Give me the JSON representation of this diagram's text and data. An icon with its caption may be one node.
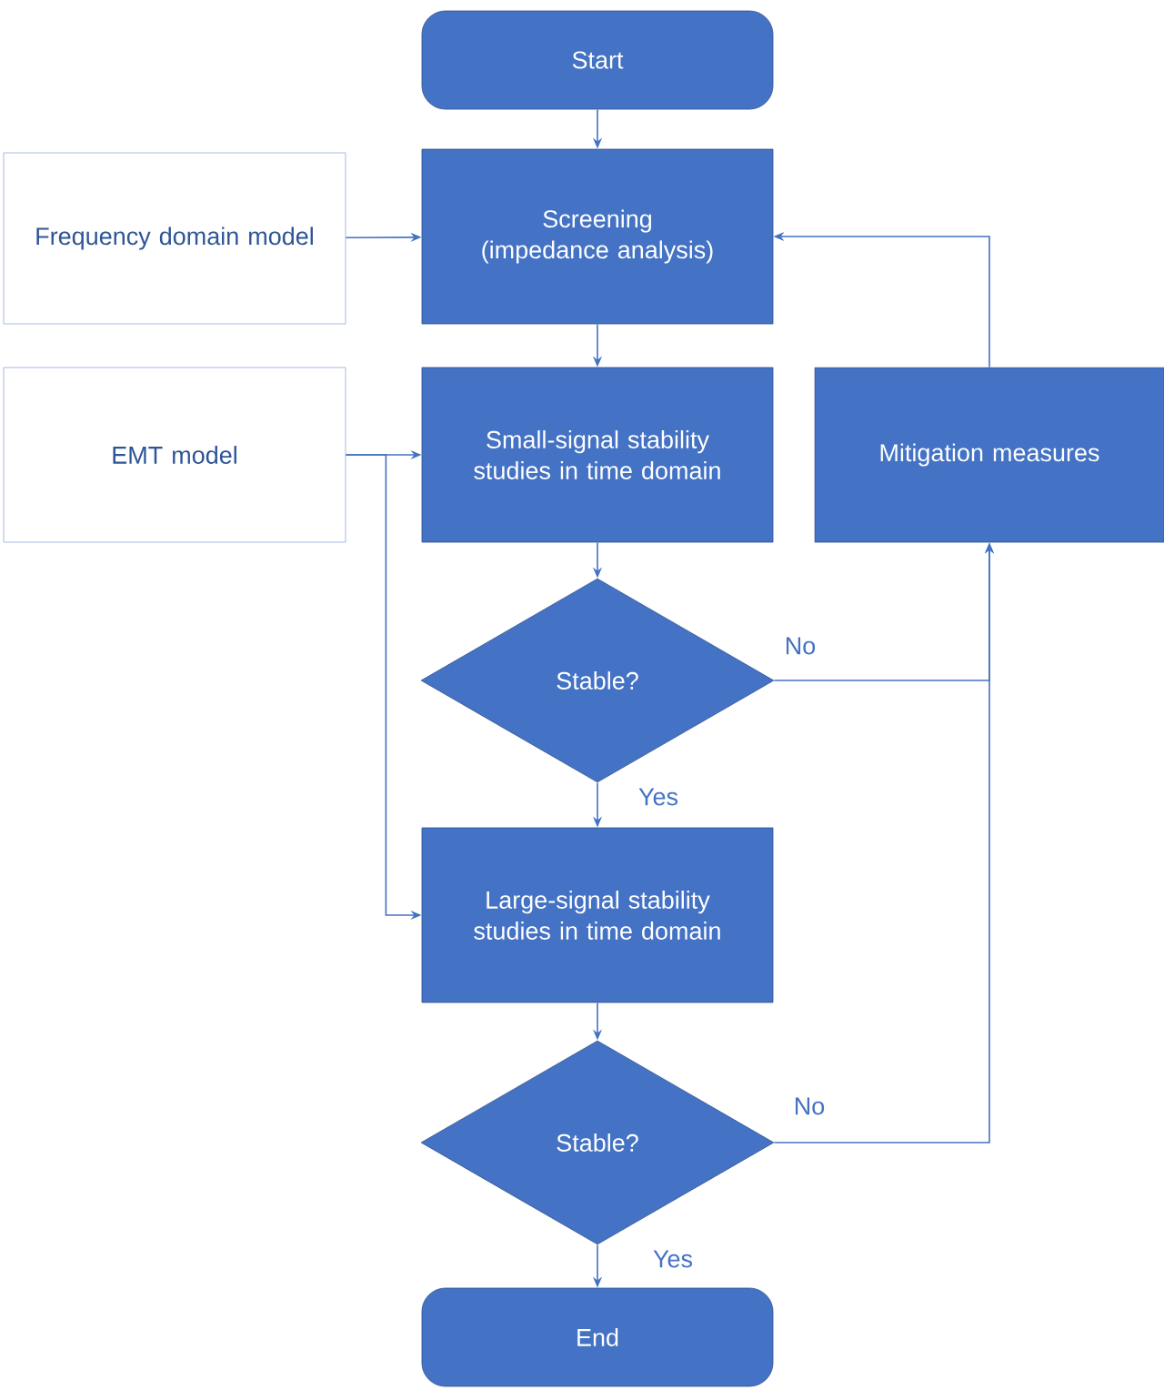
{
  "diagram": {
    "nodes": [
      {
        "text": [
          "Start"
        ]
      },
      {
        "text": [
          "Frequency domain model"
        ]
      },
      {
        "text": [
          "Screening (impedance analysis)"
        ]
      },
      {
        "text": [
          "EMT model"
        ]
      },
      {
        "text": [
          "Small-signal stability studies in time domain"
        ]
      },
      {
        "text": [
          "Mitigation measures"
        ]
      },
      {
        "text": [
          "Stable?"
        ]
      },
      {
        "text": [
          "Large-signal stability studies in time domain"
        ]
      },
      {
        "text": [
          "Stable?"
        ]
      },
      {
        "text": [
          "End"
        ]
      }
    ],
    "edges": [
      {
        "from": 0,
        "to": 2,
        "arrow": "to"
      },
      {
        "from": 1,
        "to": 2,
        "arrow": "to"
      },
      {
        "from": 2,
        "to": 4,
        "arrow": "to"
      },
      {
        "from": 3,
        "to": 4,
        "arrow": "to"
      },
      {
        "from": 3,
        "to": 7,
        "arrow": "to"
      },
      {
        "from": 4,
        "to": 6,
        "arrow": "to"
      },
      {
        "from": 6,
        "to": 7,
        "arrow": "to",
        "label": "Yes"
      },
      {
        "from": 6,
        "to": 5,
        "arrow": "to",
        "label": "No"
      },
      {
        "from": 7,
        "to": 8,
        "arrow": "to"
      },
      {
        "from": 8,
        "to": 5,
        "arrow": "to",
        "label": "No"
      },
      {
        "from": 5,
        "to": 2,
        "arrow": "to"
      },
      {
        "from": 8,
        "to": 9,
        "arrow": "to",
        "label": "Yes"
      }
    ]
  }
}
